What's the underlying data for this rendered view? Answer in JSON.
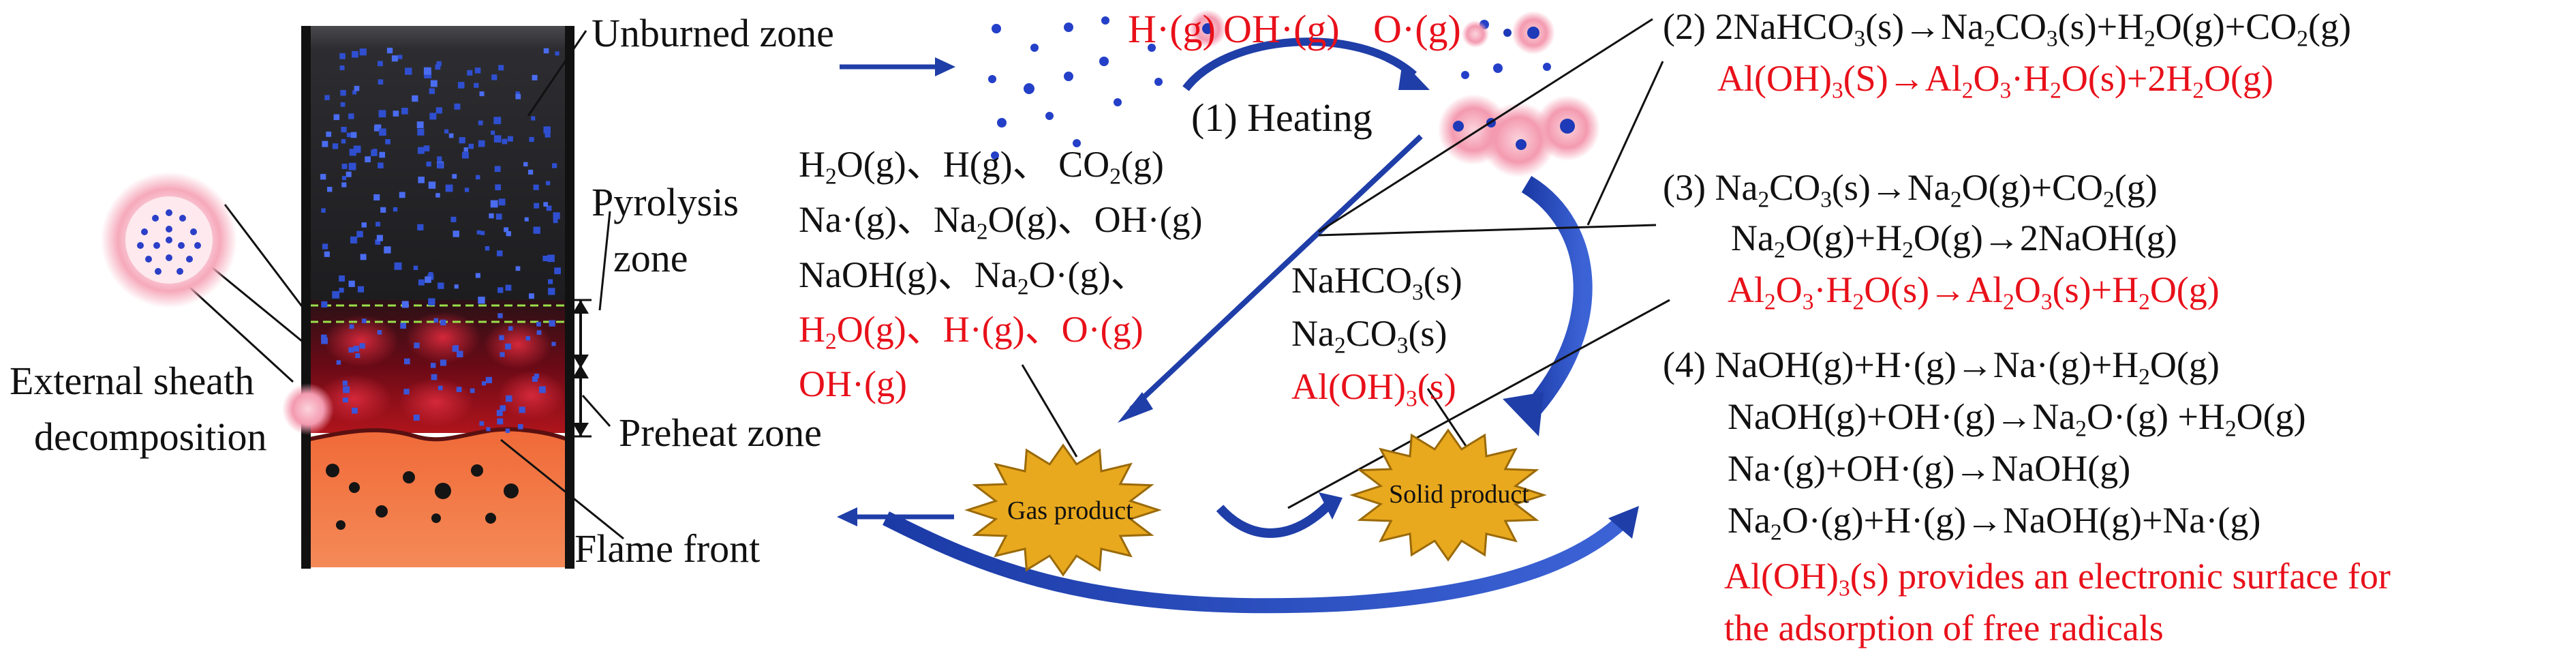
{
  "labels": {
    "unburned_zone": "Unburned zone",
    "pyrolysis_zone_line1": "Pyrolysis",
    "pyrolysis_zone_line2": "zone",
    "preheat_zone": "Preheat zone",
    "flame_front": "Flame front",
    "external_sheath_line1": "External sheath",
    "external_sheath_line2": "decomposition",
    "heating": "(1) Heating",
    "gas_product": "Gas product",
    "solid_product": "Solid product"
  },
  "top_radicals": {
    "h": "H·(g)",
    "oh": "OH·(g)",
    "o": "O·(g)"
  },
  "gas_species": {
    "row1": {
      "a": "H",
      "a_sub": "2",
      "a_tail": "O(g)、H(g)、 CO",
      "b_sub": "2",
      "b_tail": "(g)"
    },
    "row2": {
      "a": "Na·(g)、Na",
      "a_sub": "2",
      "a_tail": "O(g)、OH·(g)"
    },
    "row3": {
      "a": "NaOH(g)、Na",
      "a_sub": "2",
      "a_tail": "O·(g)、"
    },
    "row4_red": {
      "a": "H",
      "a_sub": "2",
      "a_tail": "O(g)、H·(g)、O·(g)"
    },
    "row5_red": {
      "a": "OH·(g)"
    }
  },
  "solid_species": {
    "s1": {
      "a": "NaHCO",
      "a_sub": "3",
      "a_tail": "(s)"
    },
    "s2": {
      "a": "Na",
      "a_sub": "2",
      "a_tail": "CO",
      "b_sub": "3",
      "b_tail": "(s)"
    },
    "s3_red": {
      "a": "Al(OH)",
      "a_sub": "3",
      "a_tail": "(s)"
    }
  },
  "reactions": {
    "r2_line1": {
      "p": [
        "(2) 2NaHCO",
        "3",
        "(s)→Na",
        "2",
        "CO",
        "3",
        "(s)+H",
        "2",
        "O(g)+CO",
        "2",
        "(g)"
      ]
    },
    "r2_line2_red": {
      "p": [
        "Al(OH)",
        "3",
        "(S)→Al",
        "2",
        "O",
        "3",
        "·H",
        "2",
        "O(s)+2H",
        "2",
        "O(g)"
      ]
    },
    "r3_line1": {
      "p": [
        "(3) Na",
        "2",
        "CO",
        "3",
        "(s)→Na",
        "2",
        "O(g)+CO",
        "2",
        "(g)"
      ]
    },
    "r3_line2": {
      "p": [
        "Na",
        "2",
        "O(g)+H",
        "2",
        "O(g)→2NaOH(g)"
      ]
    },
    "r3_line3_red": {
      "p": [
        "Al",
        "2",
        "O",
        "3",
        "·H",
        "2",
        "O(s)→Al",
        "2",
        "O",
        "3",
        "(s)+H",
        "2",
        "O(g)"
      ]
    },
    "r4_line1": "(4) NaOH(g)+H·(g)→Na·(g)+H₂O(g)",
    "r4_line1_parts": {
      "p": [
        "(4) NaOH(g)+H·(g)→Na·(g)+H",
        "2",
        "O(g)"
      ]
    },
    "r4_line2_parts": {
      "p": [
        "NaOH(g)+OH·(g)→Na",
        "2",
        "O·(g) +H",
        "2",
        "O(g)"
      ]
    },
    "r4_line3": "Na·(g)+OH·(g)→NaOH(g)",
    "r4_line4_parts": {
      "p": [
        "Na",
        "2",
        "O·(g)+H·(g)→NaOH(g)+Na·(g)"
      ]
    },
    "r4_note_line1_parts": {
      "p": [
        "Al(OH)",
        "3",
        "(s) provides an electronic surface for"
      ]
    },
    "r4_note_line2": "the adsorption of free radicals"
  },
  "colors": {
    "black_text": "#111111",
    "red_text": "#e8101a",
    "arrow_blue": "#1f3ea8",
    "star_fill": "#e9a91e",
    "flame_orange": "#ef7a47",
    "dark_zone": "#2a2a2e",
    "pink_halo": "#f4a3b4"
  }
}
